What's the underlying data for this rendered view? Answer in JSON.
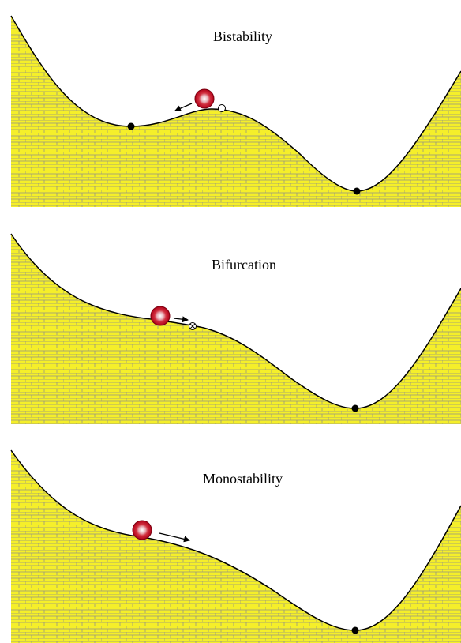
{
  "panels": [
    {
      "title": "Bistability",
      "stable_points": 2,
      "unstable_points": 1,
      "marginal_points": 0,
      "ball_direction": "left"
    },
    {
      "title": "Bifurcation",
      "stable_points": 1,
      "unstable_points": 0,
      "marginal_points": 1,
      "ball_direction": "right"
    },
    {
      "title": "Monostability",
      "stable_points": 1,
      "unstable_points": 0,
      "marginal_points": 0,
      "ball_direction": "right"
    }
  ],
  "colors": {
    "terrain_fill": "#f5ef2a",
    "brick_line": "#9a9a9a",
    "curve": "#000000",
    "ball_outer": "#c8102e",
    "ball_inner": "#f2f2f2"
  }
}
